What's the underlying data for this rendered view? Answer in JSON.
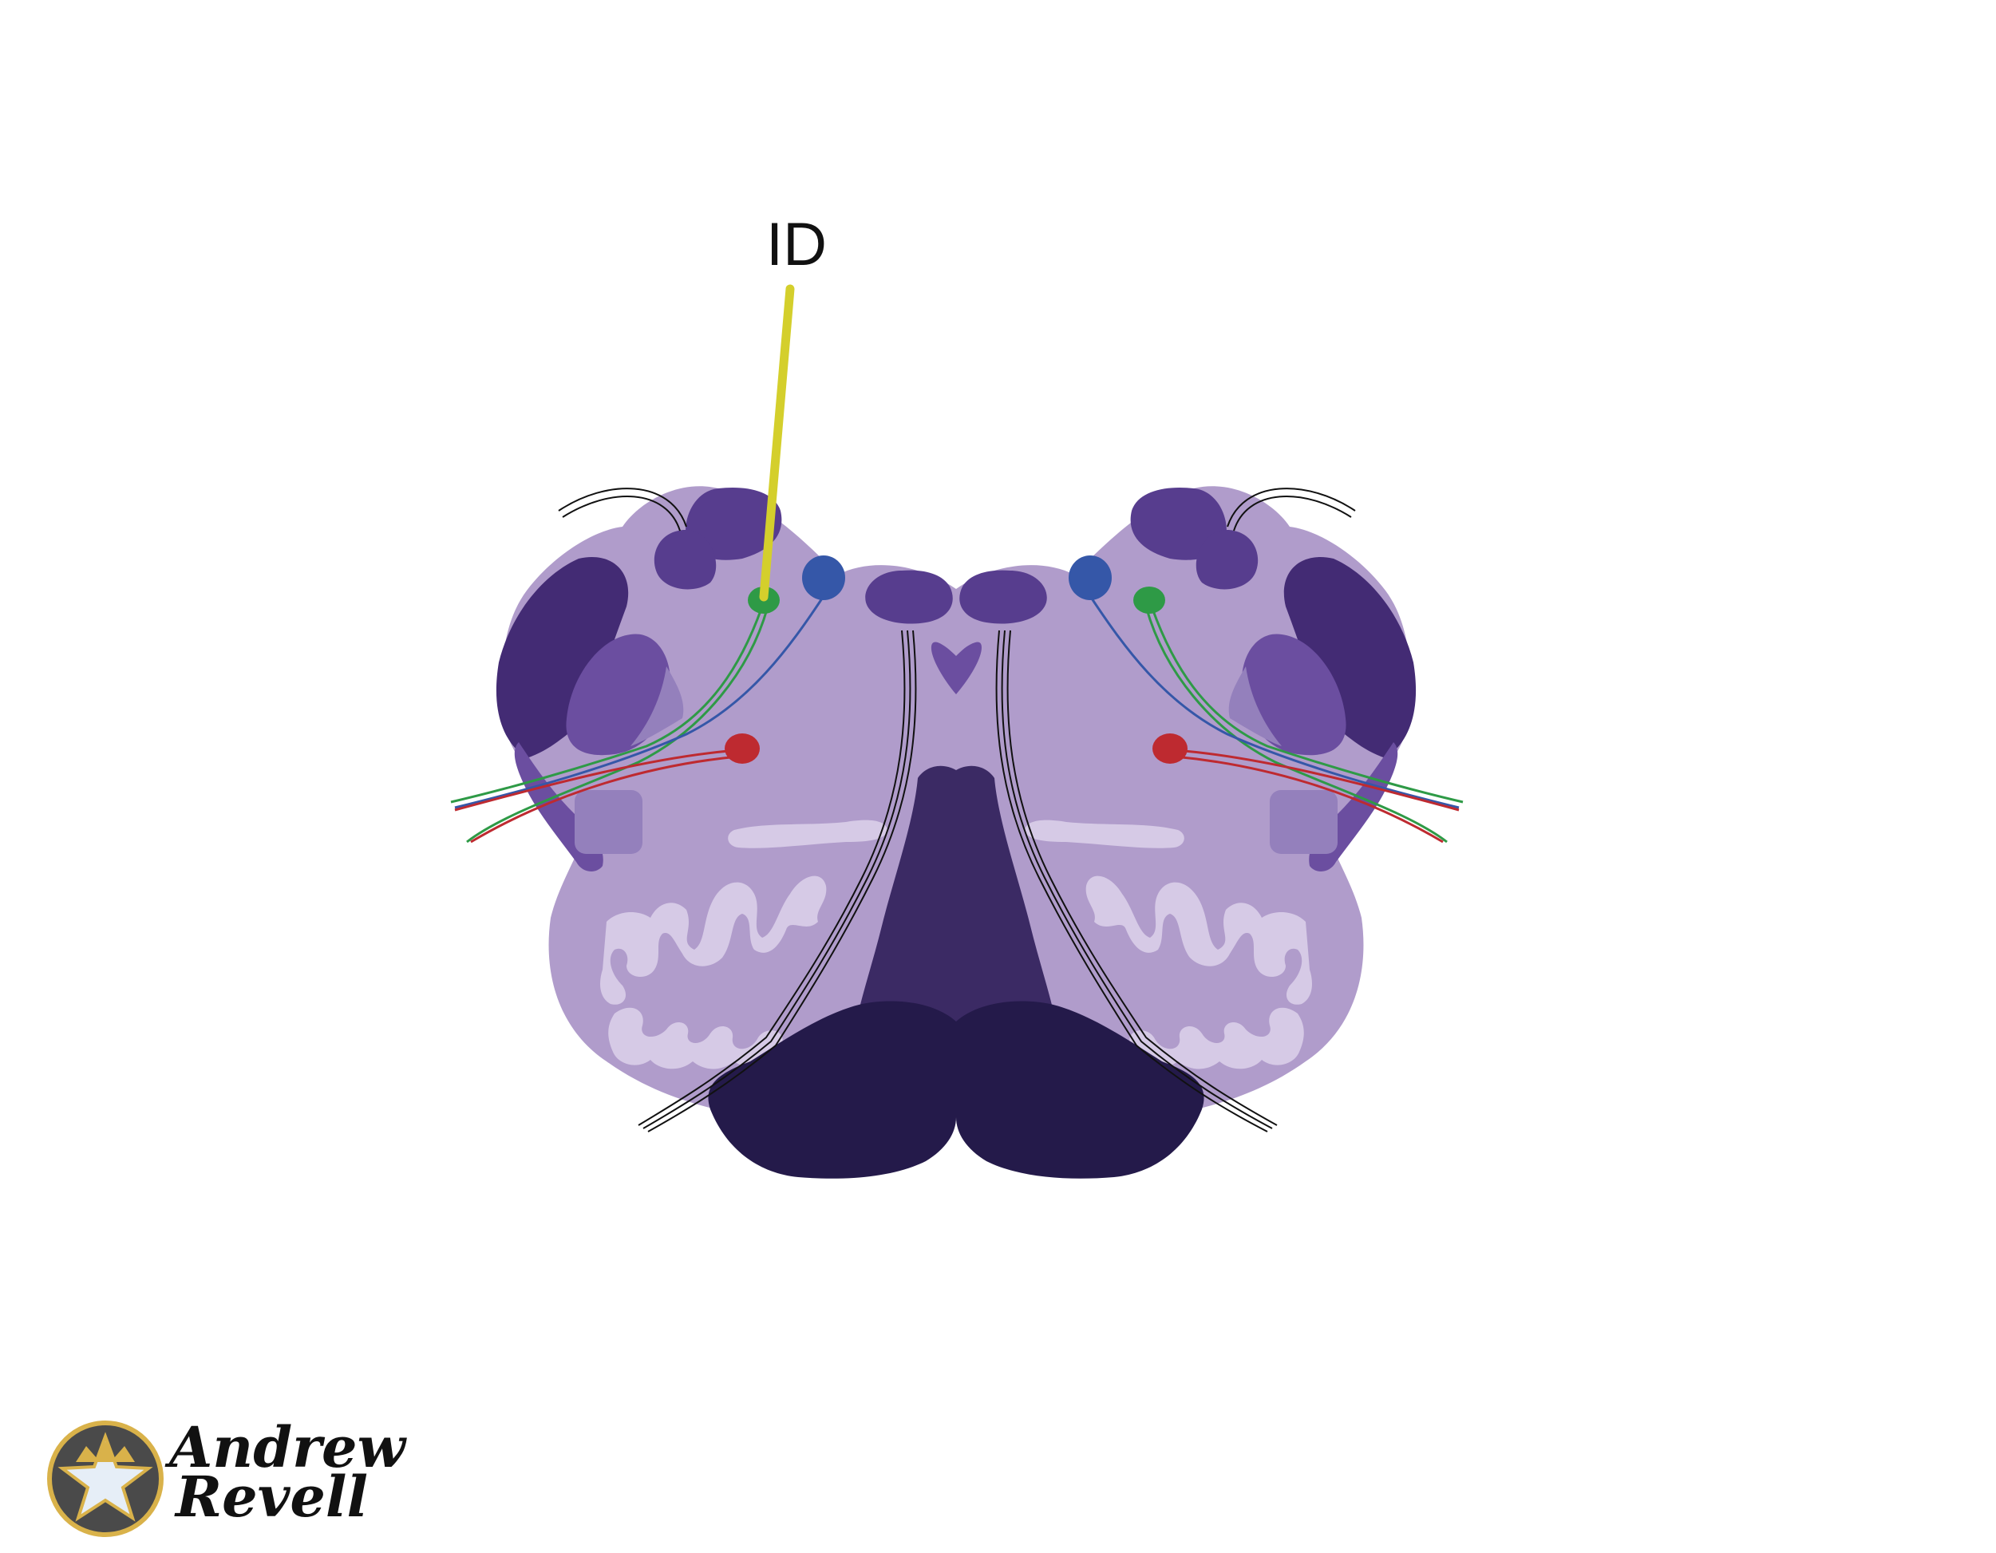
{
  "diagram": {
    "label": "ID",
    "colors": {
      "background": "#ffffff",
      "tissue_light": "#b09ccb",
      "tissue_mid": "#6b4ea0",
      "tissue_dark": "#432b74",
      "nucleus": "#573d8e",
      "pyramid": "#3b2a64",
      "base": "#241a4a",
      "olive_band": "#d6cae6",
      "pointer": "#d4cf2c",
      "tract_green": "#2e9a46",
      "tract_blue": "#3557a8",
      "tract_red": "#be2a30",
      "fibers": "#111111"
    },
    "highlighted_structure": "green-nucleus-left"
  },
  "logo": {
    "line1": "Andrew",
    "line2": "Revell",
    "icon": "crown-star-icon"
  }
}
